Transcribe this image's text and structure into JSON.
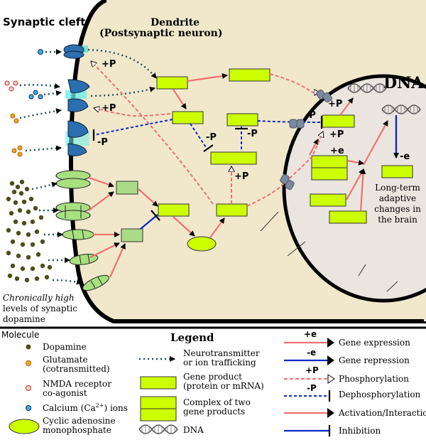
{
  "labels": {
    "synaptic_cleft": "Synaptic cleft",
    "dendrite_line1": "Dendrite",
    "dendrite_line2": "(Postsynaptic neuron)",
    "dna_big": "DNA",
    "long_term_1": "Long-term",
    "long_term_2": "adaptive",
    "long_term_3": "changes in",
    "long_term_4": "the brain",
    "chronic_1": "Chronically high",
    "chronic_2": "levels of synaptic",
    "chronic_3": "dopamine"
  },
  "markers": {
    "plus_p": "+P",
    "minus_p": "-P",
    "plus_e": "+e",
    "minus_e": "-e"
  },
  "legend": {
    "title": "Legend",
    "molecule_header": "Molecule",
    "dopamine": "Dopamine",
    "glutamate_1": "Glutamate",
    "glutamate_2": "(cotransmitted)",
    "nmda_1": "NMDA receptor",
    "nmda_2": "co-agonist",
    "calcium": "Calcium (Ca",
    "calcium_sup": "2+",
    "calcium_end": ") ions",
    "camp_1": "Cyclic adenosine",
    "camp_2": "monophosphate",
    "trafficking_1": "Neurotransmitter",
    "trafficking_2": "or ion trafficking",
    "gene_product_1": "Gene product",
    "gene_product_2": "(protein or mRNA)",
    "complex_1": "Complex of two",
    "complex_2": "gene products",
    "dna": "DNA",
    "gene_expression": "Gene expression",
    "gene_repression": "Gene repression",
    "phosphorylation": "Phosphorylation",
    "dephosphorylation": "Dephosphorylation",
    "activation": "Activation/Interaction",
    "inhibition": "Inhibition",
    "plus_e": "+e",
    "minus_e": "-e",
    "plus_p": "+P",
    "minus_p": "-P"
  },
  "colors": {
    "cytoplasm": "#f1e8cc",
    "nucleus": "#ebe5e0",
    "gene_product": "#ccff00",
    "receptor_blue": "#2a6fb0",
    "receptor_green": "#a8e080",
    "complex_green": "#aadc88",
    "activation": "#f07070",
    "repression": "#0a28c8",
    "dephos": "#0a28c8",
    "trafficking": "#1f4d5a",
    "dopamine": "#4d4d1a",
    "glutamate": "#f5a623",
    "nmda": "#e06b5b",
    "calcium": "#3ab0f0",
    "pore": "#7a8aa0"
  },
  "icons": [
    "dna-helix-icon"
  ]
}
